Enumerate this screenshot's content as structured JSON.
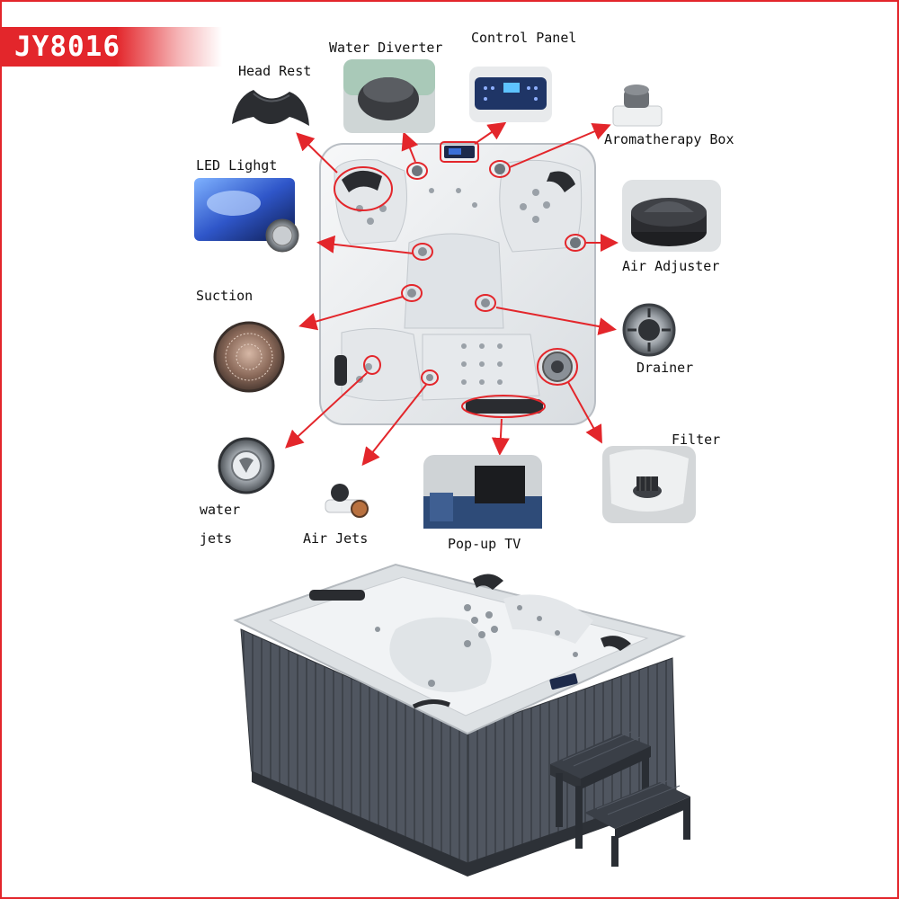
{
  "model": "JY8016",
  "labels": {
    "head_rest": "Head Rest",
    "water_diverter": "Water Diverter",
    "control_panel": "Control Panel",
    "aromatherapy_box": "Aromatherapy Box",
    "led_light": "LED Lighgt",
    "air_adjuster": "Air Adjuster",
    "suction": "Suction",
    "drainer": "Drainer",
    "filter": "Filter",
    "water_jets_1": "water",
    "water_jets_2": "jets",
    "air_jets": "Air Jets",
    "popup_tv": "Pop-up TV"
  },
  "colors": {
    "brand_red": "#e3262b",
    "arrow_red": "#e3262b",
    "cabinet": "#4a4f57",
    "shell": "#eef1f3"
  },
  "icons": [
    "head-rest-icon",
    "water-diverter-icon",
    "control-panel-icon",
    "aromatherapy-box-icon",
    "led-light-icon",
    "air-adjuster-icon",
    "suction-icon",
    "drainer-icon",
    "filter-icon",
    "water-jet-icon",
    "air-jet-icon",
    "popup-tv-icon"
  ]
}
